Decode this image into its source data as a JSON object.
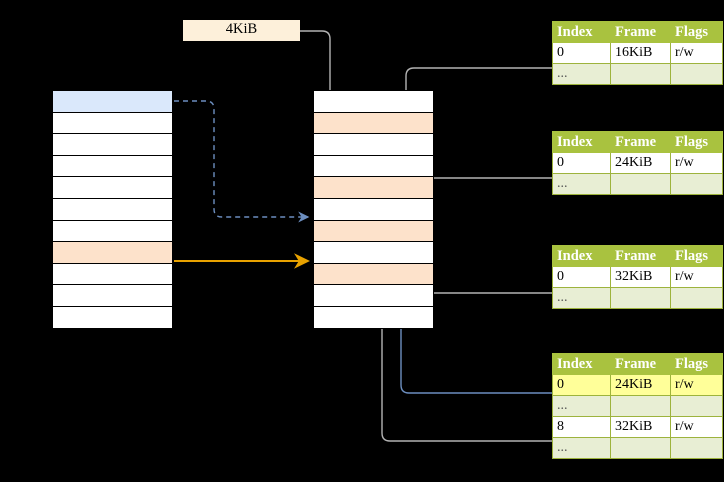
{
  "diagram": {
    "title_label": "4KiB",
    "colors": {
      "header_green": "#a9c23f",
      "ellipsis_row": "#e8eed4",
      "highlight_yellow": "#ffff99",
      "cell_blue": "#dae8fb",
      "cell_peach": "#fde2cb",
      "label_peach": "#fdf0da",
      "wire_gray": "#b3b3b3",
      "wire_blue": "#6c8ebf",
      "wire_orange": "#e8a200"
    },
    "left_table": {
      "name": "left-memory-column",
      "row_count": 11,
      "rows": [
        {
          "fill": "blue"
        },
        {
          "fill": "white"
        },
        {
          "fill": "white"
        },
        {
          "fill": "white"
        },
        {
          "fill": "white"
        },
        {
          "fill": "white"
        },
        {
          "fill": "white"
        },
        {
          "fill": "peach"
        },
        {
          "fill": "white"
        },
        {
          "fill": "white"
        },
        {
          "fill": "white"
        }
      ]
    },
    "middle_table": {
      "name": "middle-memory-column",
      "row_count": 11,
      "rows": [
        {
          "fill": "white"
        },
        {
          "fill": "peach"
        },
        {
          "fill": "white"
        },
        {
          "fill": "white"
        },
        {
          "fill": "peach"
        },
        {
          "fill": "white"
        },
        {
          "fill": "peach"
        },
        {
          "fill": "white"
        },
        {
          "fill": "peach"
        },
        {
          "fill": "white"
        },
        {
          "fill": "white"
        }
      ]
    },
    "page_tables": [
      {
        "name": "page-table-1",
        "headers": [
          "Index",
          "Frame",
          "Flags"
        ],
        "rows": [
          {
            "type": "data",
            "index": "0",
            "frame": "16KiB",
            "flags": "r/w",
            "highlight": false
          },
          {
            "type": "ellipsis",
            "index": "...",
            "frame": "",
            "flags": "",
            "highlight": false
          }
        ]
      },
      {
        "name": "page-table-2",
        "headers": [
          "Index",
          "Frame",
          "Flags"
        ],
        "rows": [
          {
            "type": "data",
            "index": "0",
            "frame": "24KiB",
            "flags": "r/w",
            "highlight": false
          },
          {
            "type": "ellipsis",
            "index": "...",
            "frame": "",
            "flags": "",
            "highlight": false
          }
        ]
      },
      {
        "name": "page-table-3",
        "headers": [
          "Index",
          "Frame",
          "Flags"
        ],
        "rows": [
          {
            "type": "data",
            "index": "0",
            "frame": "32KiB",
            "flags": "r/w",
            "highlight": false
          },
          {
            "type": "ellipsis",
            "index": "...",
            "frame": "",
            "flags": "",
            "highlight": false
          }
        ]
      },
      {
        "name": "page-table-4",
        "headers": [
          "Index",
          "Frame",
          "Flags"
        ],
        "rows": [
          {
            "type": "data",
            "index": "0",
            "frame": "24KiB",
            "flags": "r/w",
            "highlight": true
          },
          {
            "type": "ellipsis",
            "index": "...",
            "frame": "",
            "flags": "",
            "highlight": false
          },
          {
            "type": "data",
            "index": "8",
            "frame": "32KiB",
            "flags": "r/w",
            "highlight": false
          },
          {
            "type": "ellipsis",
            "index": "...",
            "frame": "",
            "flags": "",
            "highlight": false
          }
        ]
      }
    ]
  }
}
